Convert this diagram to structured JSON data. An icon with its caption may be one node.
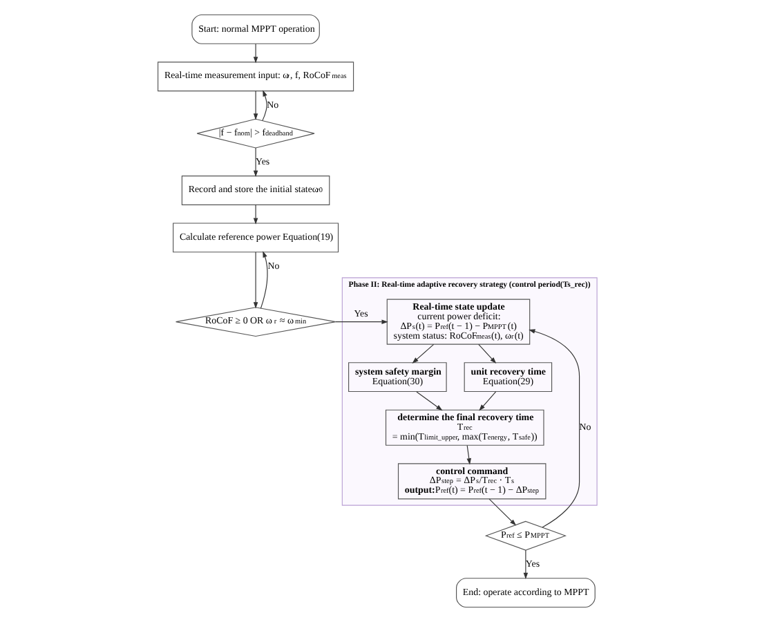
{
  "diagram": {
    "nodes": [
      {
        "text": [
          "Start: normal MPPT operation"
        ]
      },
      {
        "text": [
          "Real-time measurement input: ω$_{r}$, f, RoCoF$_{meas}$"
        ]
      },
      {
        "text": [
          "|f − f$_{nom}$| > f$_{deadband}$"
        ]
      },
      {
        "text": [
          "Record and store the initial stateω$_{r0}$"
        ]
      },
      {
        "text": [
          "Calculate reference power Equation(19)"
        ]
      },
      {
        "text": [
          "RoCoF ≥ 0 OR ω$_{r}$ ≈ ω$_{min}$"
        ]
      },
      {
        "text": [
          "Phase II: Real-time adaptive recovery strategy (control period(Ts_rec))"
        ]
      },
      {
        "text": [
          "Real-time state update",
          "current power deficit:",
          "ΔP$_{s}$(t) = P$_{ref}$(t − 1) − P$_{MPPT}$(t)",
          "system status: RoCoF$_{meas}$(t), ω$_{r}$(t)"
        ],
        "in": 6
      },
      {
        "text": [
          "system safety margin",
          "Equation(30)"
        ],
        "in": 6
      },
      {
        "text": [
          "unit recovery time",
          "Equation(29)"
        ],
        "in": 6
      },
      {
        "text": [
          "determine the final recovery time",
          "T$_{rec}$",
          "= min(T$_{limit_upper}$, max(T$_{energy}$, T$_{safe}$))"
        ],
        "in": 6
      },
      {
        "text": [
          "control command",
          "ΔP$_{step}$ = ΔP$_{s}$/T$_{rec}$ · T$_{s}$",
          "**output:**P$_{ref}$(t) = P$_{ref}$(t − 1) − ΔP$_{step}$"
        ],
        "in": 6
      },
      {
        "text": [
          "P$_{ref}$ ≤ P$_{MPPT}$"
        ]
      },
      {
        "text": [
          "End: operate according to MPPT"
        ]
      }
    ],
    "edges": [
      {
        "from": 0,
        "to": 1,
        "arrow": "to"
      },
      {
        "from": 1,
        "to": 2,
        "arrow": "to"
      },
      {
        "from": 2,
        "to": 1,
        "arrow": "to",
        "label": "No"
      },
      {
        "from": 2,
        "to": 3,
        "arrow": "to",
        "label": "Yes"
      },
      {
        "from": 3,
        "to": 4,
        "arrow": "to"
      },
      {
        "from": 4,
        "to": 5,
        "arrow": "to"
      },
      {
        "from": 5,
        "to": 4,
        "arrow": "to",
        "label": "No"
      },
      {
        "from": 5,
        "to": 7,
        "arrow": "to",
        "label": "Yes"
      },
      {
        "from": 7,
        "to": 8,
        "arrow": "to"
      },
      {
        "from": 7,
        "to": 9,
        "arrow": "to"
      },
      {
        "from": 8,
        "to": 10,
        "arrow": "to"
      },
      {
        "from": 9,
        "to": 10,
        "arrow": "to"
      },
      {
        "from": 10,
        "to": 11,
        "arrow": "to"
      },
      {
        "from": 11,
        "to": 12,
        "arrow": "to"
      },
      {
        "from": 12,
        "to": 7,
        "arrow": "to",
        "label": "No"
      },
      {
        "from": 12,
        "to": 13,
        "arrow": "to",
        "label": "Yes"
      }
    ]
  }
}
